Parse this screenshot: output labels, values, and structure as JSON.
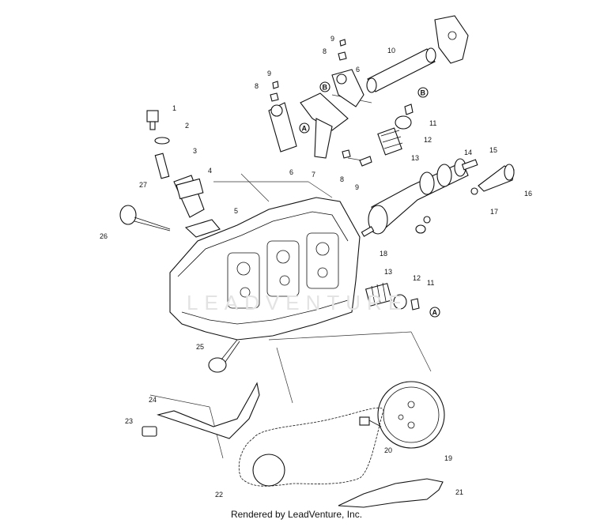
{
  "diagram": {
    "watermark": "LEADVENTURE",
    "footer": "Rendered by LeadVenture, Inc.",
    "callout_letters": [
      "A",
      "B"
    ],
    "part_numbers": [
      "1",
      "2",
      "3",
      "4",
      "5",
      "6",
      "7",
      "8",
      "9",
      "10",
      "11",
      "12",
      "13",
      "14",
      "15",
      "16",
      "17",
      "18",
      "19",
      "20",
      "21",
      "22",
      "23",
      "24",
      "25",
      "26",
      "27"
    ]
  }
}
